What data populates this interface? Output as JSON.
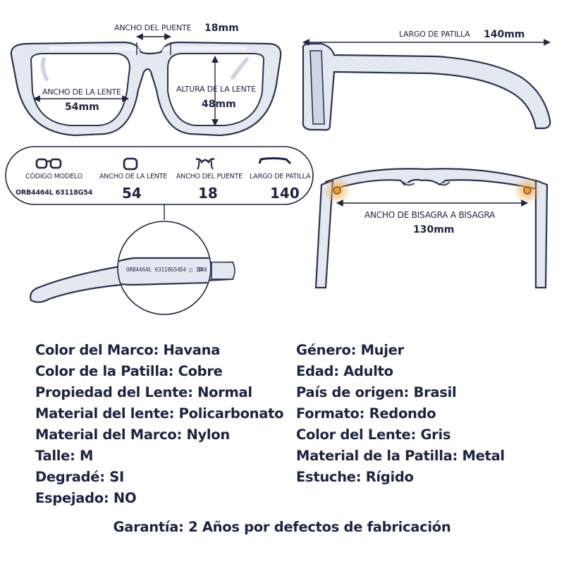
{
  "measures": {
    "bridge": {
      "label": "ANCHO DEL PUENTE",
      "value": "18mm"
    },
    "temple": {
      "label": "LARGO DE PATILLA",
      "value": "140mm"
    },
    "lens_width": {
      "label": "ANCHO DE LA LENTE",
      "value": "54mm"
    },
    "lens_height": {
      "label": "ALTURA DE LA LENTE",
      "value": "48mm"
    },
    "hinge": {
      "label": "ANCHO DE BISAGRA A BISAGRA",
      "value": "130mm"
    }
  },
  "size_table": {
    "model_label": "CÓDIGO MODELO",
    "model_code": "ORB4464L 63118G54",
    "lens_label": "ANCHO DE LA LENTE",
    "lens_value": "54",
    "bridge_label": "ANCHO DEL PUENTE",
    "bridge_value": "18",
    "temple_label": "LARGO DE PATILLA",
    "temple_value": "140",
    "icons": [
      "glasses-front-icon",
      "lens-icon",
      "bridge-icon",
      "temple-icon"
    ]
  },
  "temple_print": {
    "code": "ORB4464L 63118G54",
    "size": "54 □ 18",
    "length": "140"
  },
  "specs": {
    "left": [
      {
        "label": "Color del Marco",
        "value": "Havana"
      },
      {
        "label": "Color de la Patilla",
        "value": "Cobre"
      },
      {
        "label": "Propiedad del Lente",
        "value": "Normal"
      },
      {
        "label": "Material del lente",
        "value": "Policarbonato"
      },
      {
        "label": "Material del Marco",
        "value": "Nylon"
      },
      {
        "label": "Talle",
        "value": "M"
      },
      {
        "label": "Degradé",
        "value": "SI"
      },
      {
        "label": "Espejado",
        "value": "NO"
      }
    ],
    "right": [
      {
        "label": "Género",
        "value": "Mujer"
      },
      {
        "label": "Edad",
        "value": "Adulto"
      },
      {
        "label": "País de origen",
        "value": "Brasil"
      },
      {
        "label": "Formato",
        "value": "Redondo"
      },
      {
        "label": "Color del Lente",
        "value": "Gris"
      },
      {
        "label": "Material de la Patilla",
        "value": "Metal"
      },
      {
        "label": "Estuche",
        "value": "Rígido"
      }
    ]
  },
  "warranty": "Garantía: 2 Años por defectos de fabricación",
  "colors": {
    "ink": "#1c2440",
    "frame": "#e3e8f1",
    "hinge_glow": "#f3b25a"
  }
}
